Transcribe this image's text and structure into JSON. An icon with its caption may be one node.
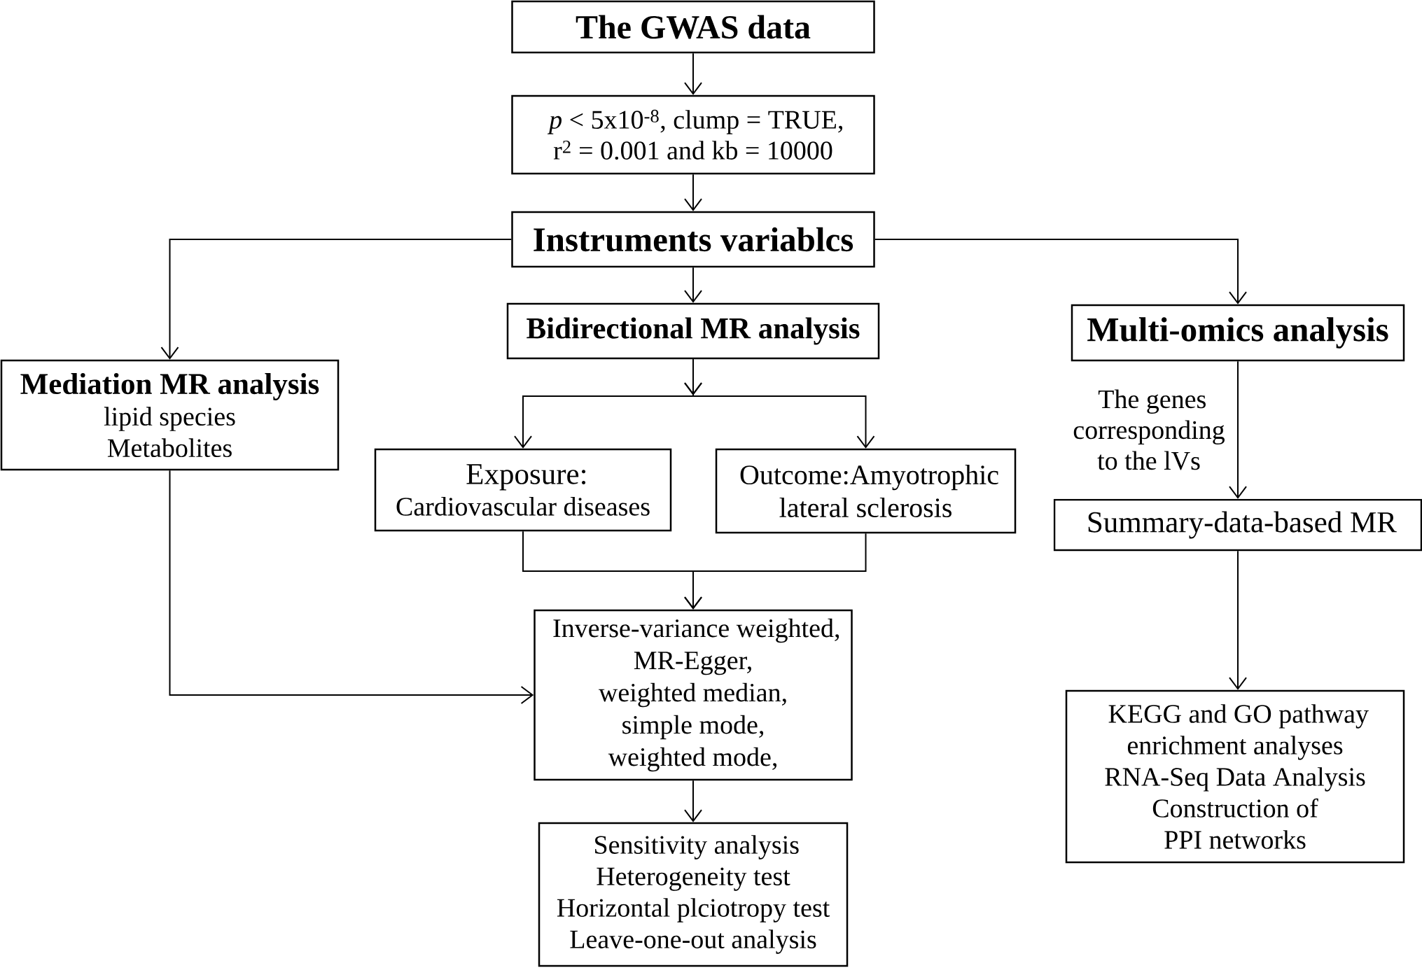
{
  "diagram": {
    "nodes": [
      {
        "text": [
          "The GWAS data"
        ]
      },
      {
        "text": [
          "*p* < 5x10$^{-8}$, clump = TRUE, r$^{2}$ = 0.001 and kb = 10000"
        ]
      },
      {
        "text": [
          "Instruments variablcs"
        ]
      },
      {
        "text": [
          "Bidirectional MR analysis"
        ]
      },
      {
        "text": [
          "Multi-omics analysis"
        ]
      },
      {
        "text": [
          "Mediation MR analysis",
          "lipid species",
          "Metabolites"
        ]
      },
      {
        "text": [
          "Exposure:",
          "Cardiovascular diseases"
        ]
      },
      {
        "text": [
          "Outcome:Amyotrophic lateral sclerosis"
        ]
      },
      {
        "text": [
          "Summary-data-based MR"
        ]
      },
      {
        "text": [
          "Inverse-variance weighted,",
          "MR-Egger,",
          "weighted median,",
          "simple mode,",
          "weighted mode,"
        ]
      },
      {
        "text": [
          "KEGG and GO pathway enrichment analyses",
          "RNA-Seq Data Analysis",
          "Construction of PPI networks"
        ]
      },
      {
        "text": [
          "Sensitivity analysis",
          "Heterogeneity test",
          "Horizontal plciotropy test",
          "Leave-one-out analysis"
        ]
      }
    ],
    "edges": [
      {
        "from": 0,
        "to": 1,
        "arrow": "to"
      },
      {
        "from": 1,
        "to": 2,
        "arrow": "to"
      },
      {
        "from": 2,
        "to": 5,
        "arrow": "to"
      },
      {
        "from": 2,
        "to": 3,
        "arrow": "to"
      },
      {
        "from": 2,
        "to": 4,
        "arrow": "to"
      },
      {
        "from": 3,
        "to": 6,
        "arrow": "to"
      },
      {
        "from": 3,
        "to": 7,
        "arrow": "to"
      },
      {
        "from": 4,
        "to": 8,
        "arrow": "to",
        "label": "The genes corresponding to the lVs"
      },
      {
        "from": 6,
        "to": 9,
        "arrow": "to"
      },
      {
        "from": 7,
        "to": 9,
        "arrow": "to"
      },
      {
        "from": 5,
        "to": 9,
        "arrow": "to"
      },
      {
        "from": 9,
        "to": 11,
        "arrow": "to"
      },
      {
        "from": 8,
        "to": 10,
        "arrow": "to"
      }
    ]
  }
}
